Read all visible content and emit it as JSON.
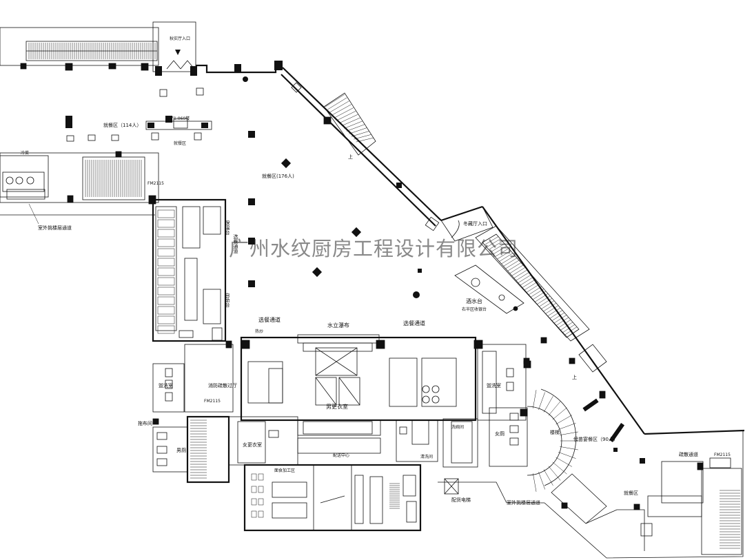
{
  "watermark": "广州水纹厨房工程设计有限公司",
  "labels": {
    "autumn_hall_entrance": "秋实厅入口",
    "winter_hall_entrance": "冬藏厅入口",
    "dining_114": "就餐区（114人）",
    "dining_176": "就餐区(176人)",
    "dining_90": "傍苗宴餐区（90人）",
    "dining_area": "就餐区",
    "dining_area_2": "就餐区",
    "restaurant_elev": "餐厅1.060楼",
    "fm2115_a": "FM2115",
    "fm2115_b": "FM2115",
    "fm2115_c": "FM2115",
    "outdoor_corridor_left": "室外挑楼层通道",
    "outdoor_corridor_right": "室外挑楼层通道",
    "serving_passage_left": "选餐通道",
    "serving_passage_right": "选餐通道",
    "serving_passage_vertical": "选餐通道",
    "water_curtain": "水立瀑布",
    "bar_counter": "酒水台",
    "cashier": "右半区收银台",
    "wash_room_left": "盥洗室",
    "wash_room_right": "盥洗室",
    "fire_hall": "消防疏散过厅",
    "mop_room": "拖布间",
    "men_wc": "男厕",
    "women_wc": "女厕",
    "men_locker": "男更衣室",
    "women_locker": "女更衣室",
    "delivery_center": "配送中心",
    "cargo_lift": "配货电梯",
    "evacuation_passage": "疏散通道",
    "staircase": "楼梯",
    "cleaning_room": "清洗间",
    "dish_room": "洗碗间",
    "noodle_room": "面食加工区",
    "up_left": "上",
    "up_right": "上",
    "cold_dish": "冷菜",
    "hot_wok": "热炒",
    "vertical_right_a": "保温台",
    "vertical_right_b": "自助台"
  }
}
